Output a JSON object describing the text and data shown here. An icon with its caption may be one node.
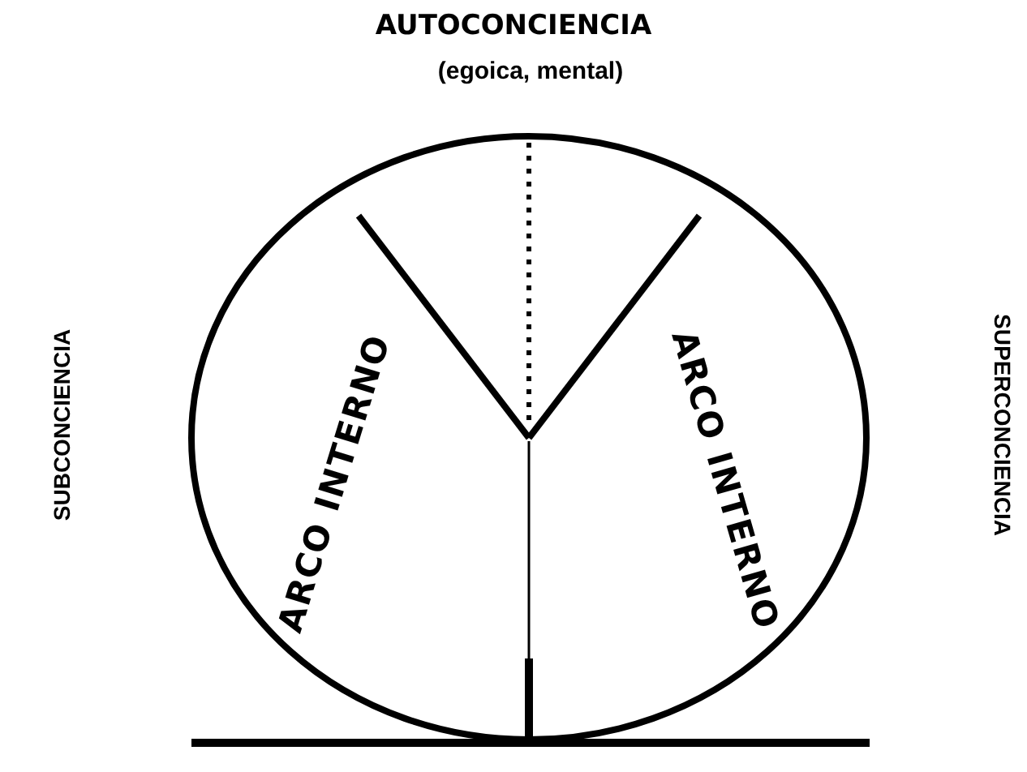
{
  "diagram": {
    "title": "AUTOCONCIENCIA",
    "labels": [
      "(egoica, mental)",
      "SUBCONCIENCIA",
      "ARCO INTERNO",
      "ARCO INTERNO",
      "SUPERCONCIENCIA"
    ]
  }
}
